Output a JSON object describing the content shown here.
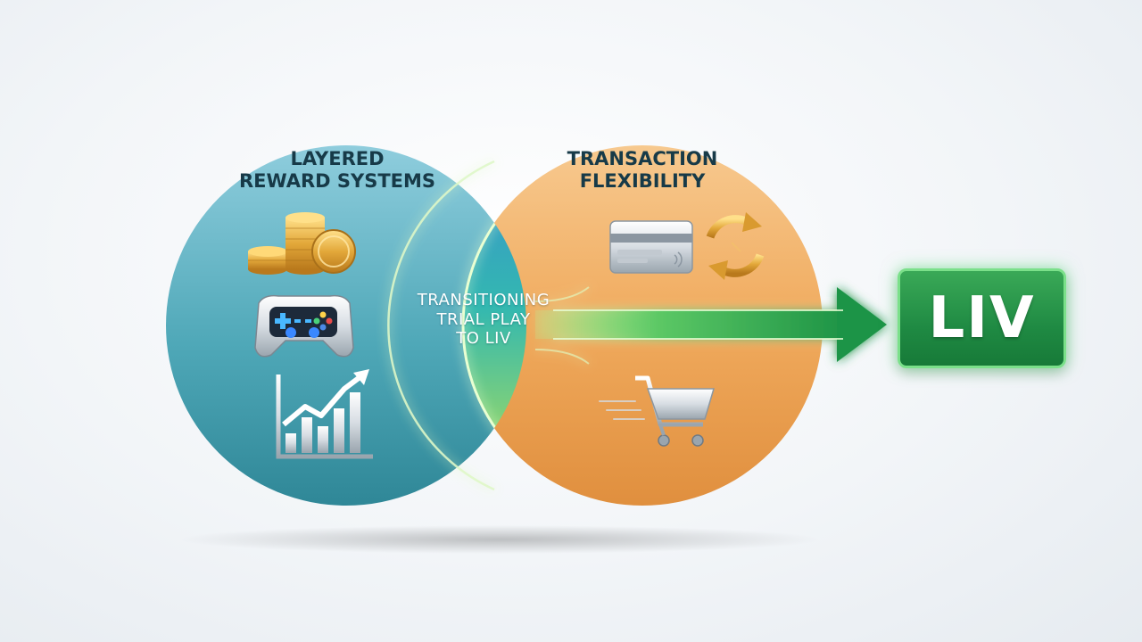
{
  "left_circle": {
    "title_lines": [
      "LAYERED",
      "REWARD SYSTEMS"
    ],
    "color": "#3f9fb3"
  },
  "right_circle": {
    "title_lines": [
      "TRANSACTION",
      "FLEXIBILITY"
    ],
    "color": "#f0a04f"
  },
  "overlap": {
    "label_lines": [
      "TRANSITIONING",
      "TRIAL PLAY",
      "TO LIV"
    ]
  },
  "target": {
    "label": "LIV",
    "color": "#23924a"
  },
  "icons": {
    "left": [
      "gold-coins-icon",
      "gamepad-icon",
      "growth-chart-icon"
    ],
    "right": [
      "credit-card-icon",
      "refresh-arrows-icon",
      "shopping-cart-icon"
    ]
  },
  "accent_colors": {
    "arrow": "#2fa24f",
    "glow": "#9dff8a"
  }
}
